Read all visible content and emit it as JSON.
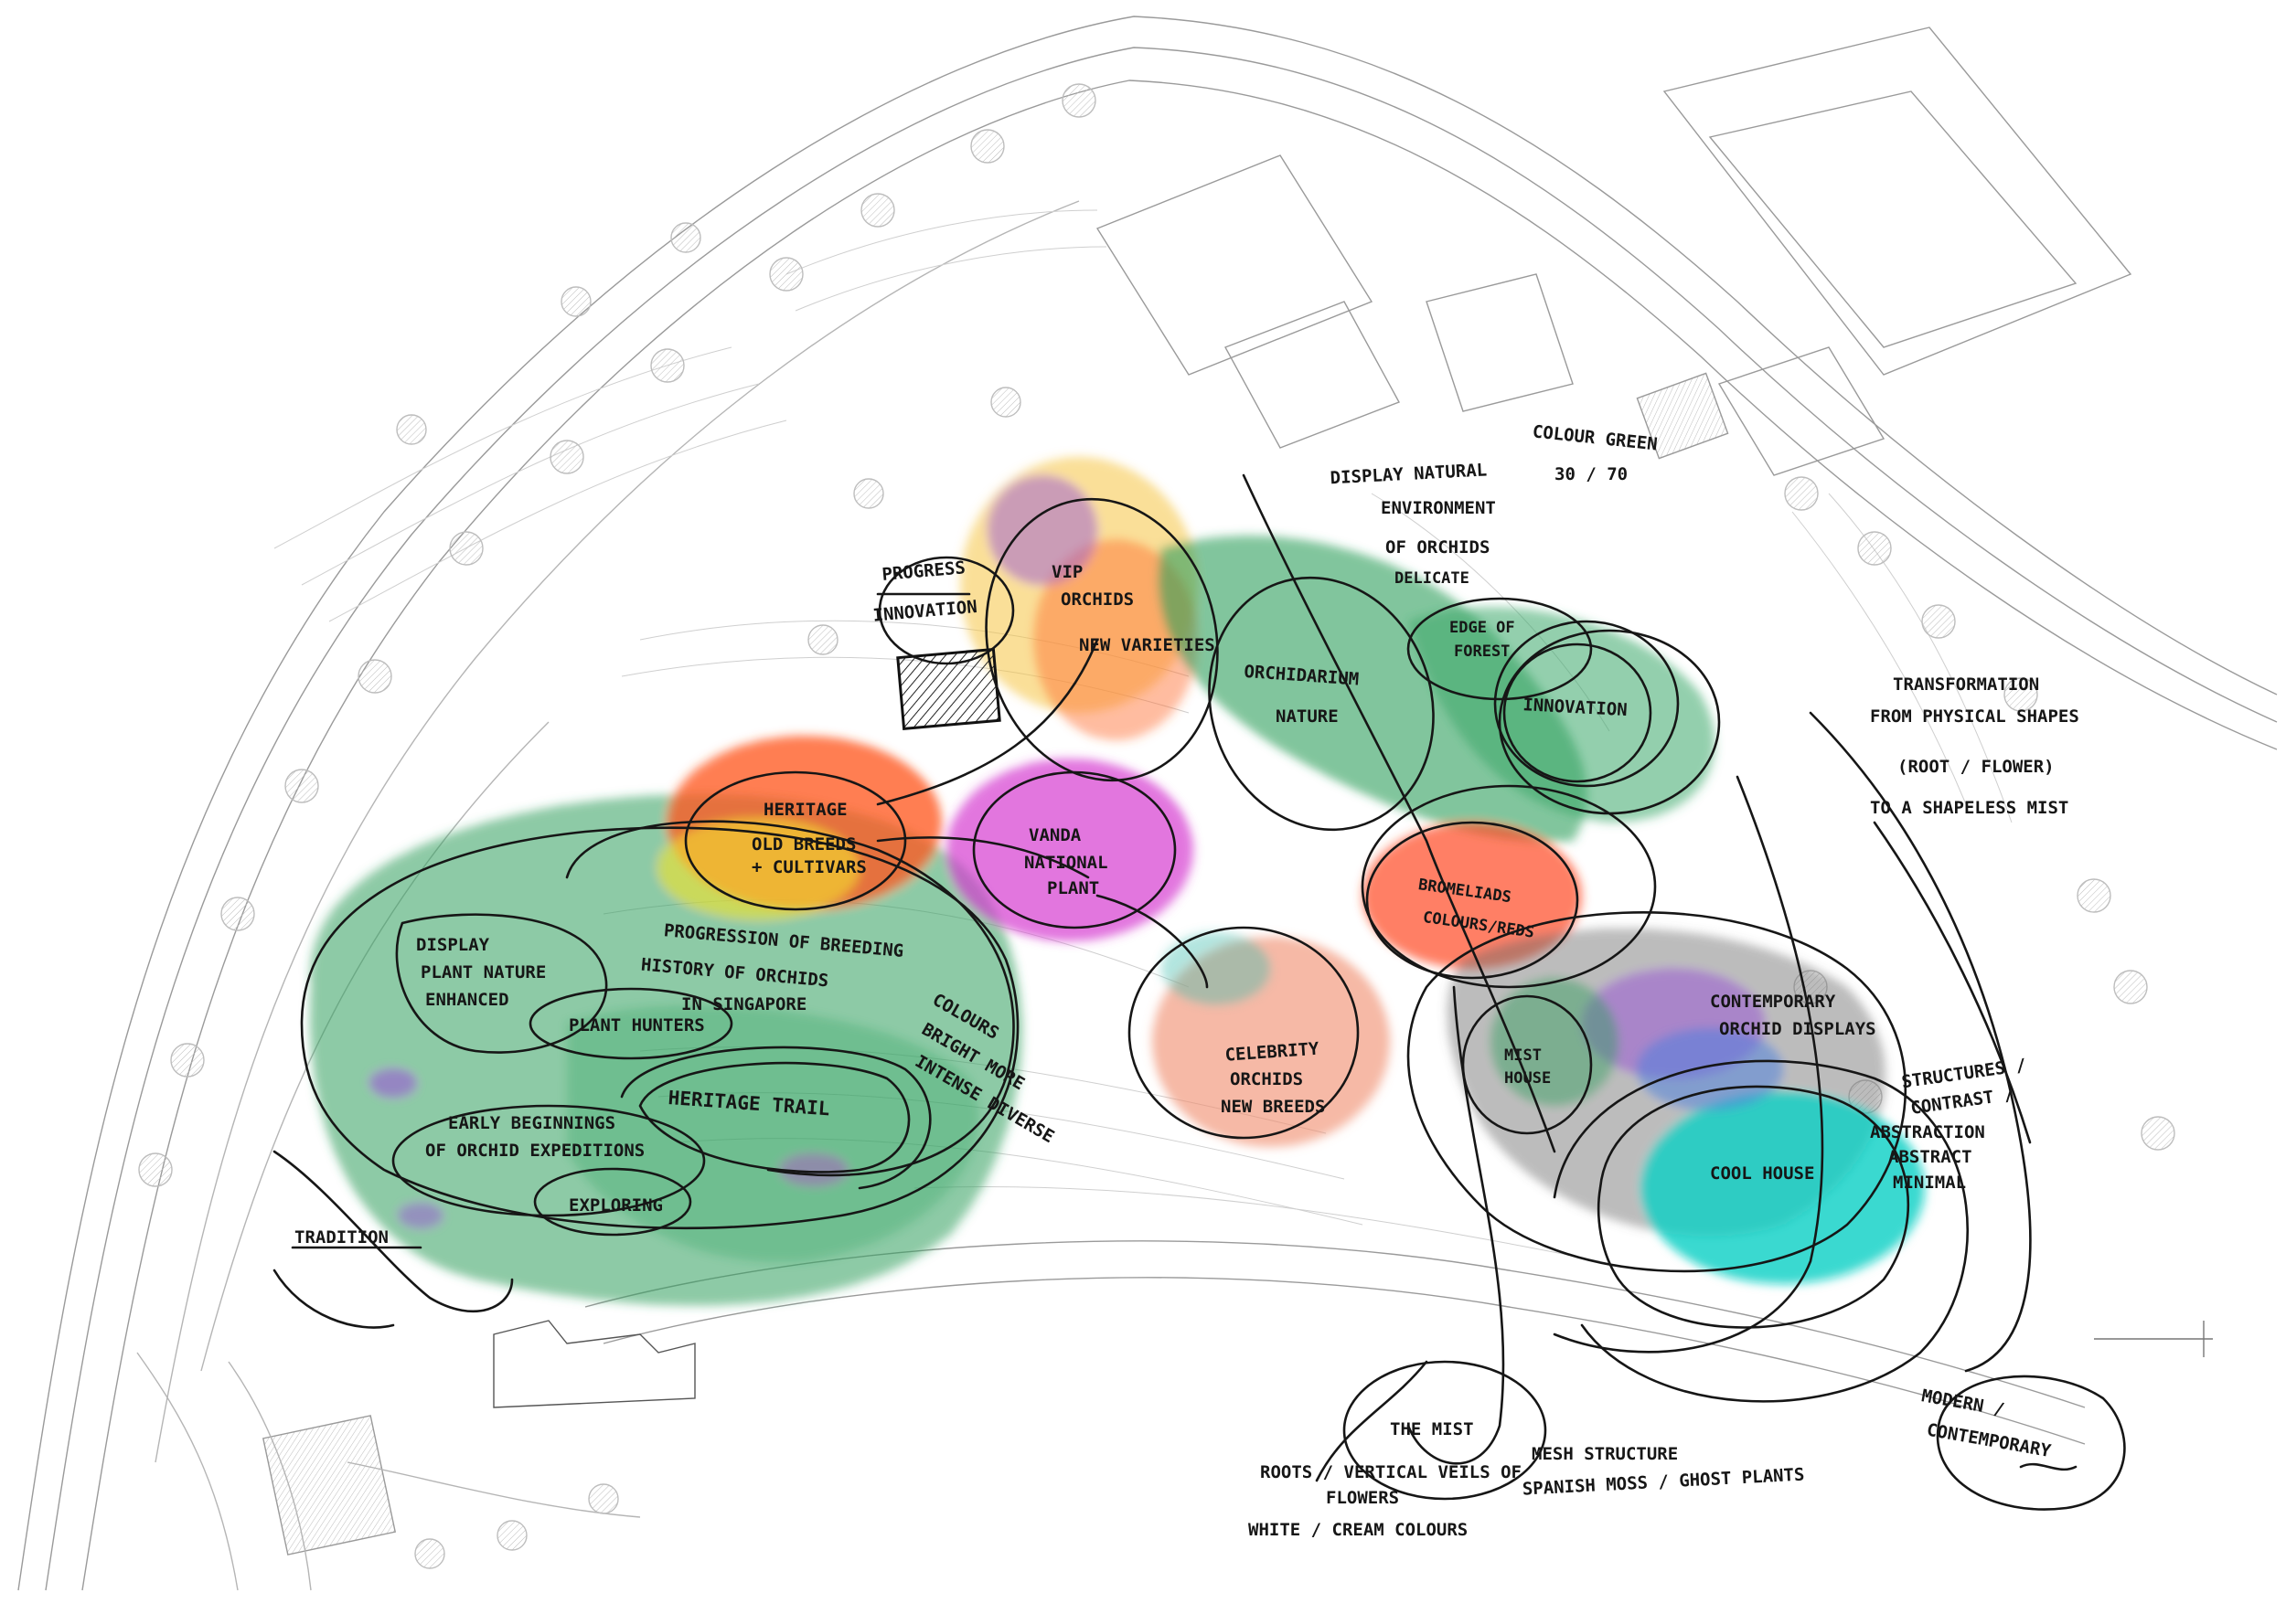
{
  "colors": {
    "paper": "#ffffff",
    "basemap_line": "#9a9a9a",
    "basemap_light": "#c8c8c8",
    "ink": "#161616",
    "green": "#2e9e5b",
    "orange": "#ff5a1f",
    "yellow": "#f3e22c",
    "magenta": "#d63bd0",
    "purple": "#9b59d6",
    "teal": "#12d1c6",
    "blue": "#4a7de0",
    "salmon": "#f08a6a",
    "grey_shade": "#6b6b6b"
  },
  "labels": {
    "progress": "PROGRESS",
    "innovation_a": "INNOVATION",
    "vip_1": "VIP",
    "vip_2": "ORCHIDS",
    "vip_3": "NEW VARIETIES",
    "display_natural_1": "DISPLAY NATURAL",
    "display_natural_2": "ENVIRONMENT",
    "display_natural_3": "OF ORCHIDS",
    "delicate": "DELICATE",
    "colour_green_1": "COLOUR GREEN",
    "colour_green_2": "30 / 70",
    "orchidarium_1": "ORCHIDARIUM",
    "orchidarium_2": "NATURE",
    "edge_forest_1": "EDGE OF",
    "edge_forest_2": "FOREST",
    "innovation_b": "INNOVATION",
    "transformation_1": "TRANSFORMATION",
    "transformation_2": "FROM PHYSICAL SHAPES",
    "transformation_3": "(ROOT / FLOWER)",
    "transformation_4": "TO A SHAPELESS MIST",
    "heritage_1": "HERITAGE",
    "heritage_2": "OLD BREEDS",
    "heritage_3": "+ CULTIVARS",
    "vanda_1": "VANDA",
    "vanda_2": "NATIONAL",
    "vanda_3": "PLANT",
    "bromeliads_1": "BROMELIADS",
    "bromeliads_2": "COLOURS/REDS",
    "display_plant_1": "DISPLAY",
    "display_plant_2": "PLANT NATURE",
    "display_plant_3": "ENHANCED",
    "progression_1": "PROGRESSION OF BREEDING",
    "progression_2": "HISTORY OF ORCHIDS",
    "progression_3": "IN SINGAPORE",
    "plant_hunters": "PLANT HUNTERS",
    "colours_1": "COLOURS",
    "colours_2": "BRIGHT MORE",
    "colours_3": "INTENSE DIVERSE",
    "heritage_trail": "HERITAGE TRAIL",
    "celebrity_1": "CELEBRITY",
    "celebrity_2": "ORCHIDS",
    "celebrity_3": "NEW BREEDS",
    "contemporary_1": "CONTEMPORARY",
    "contemporary_2": "ORCHID DISPLAYS",
    "mist_house_1": "MIST",
    "mist_house_2": "HOUSE",
    "structures_1": "STRUCTURES /",
    "structures_2": "CONTRAST /",
    "structures_3": "ABSTRACTION",
    "structures_4": "ABSTRACT",
    "structures_5": "MINIMAL",
    "cool_house": "COOL HOUSE",
    "early_1": "EARLY BEGINNINGS",
    "early_2": "OF ORCHID EXPEDITIONS",
    "exploring": "EXPLORING",
    "tradition": "TRADITION",
    "the_mist": "THE MIST",
    "mesh_structure": "MESH STRUCTURE",
    "spanish_moss": "SPANISH MOSS / GHOST PLANTS",
    "roots_1": "ROOTS / VERTICAL VEILS OF",
    "roots_2": "FLOWERS",
    "white_cream": "WHITE / CREAM COLOURS",
    "modern_1": "MODERN /",
    "modern_2": "CONTEMPORARY"
  }
}
